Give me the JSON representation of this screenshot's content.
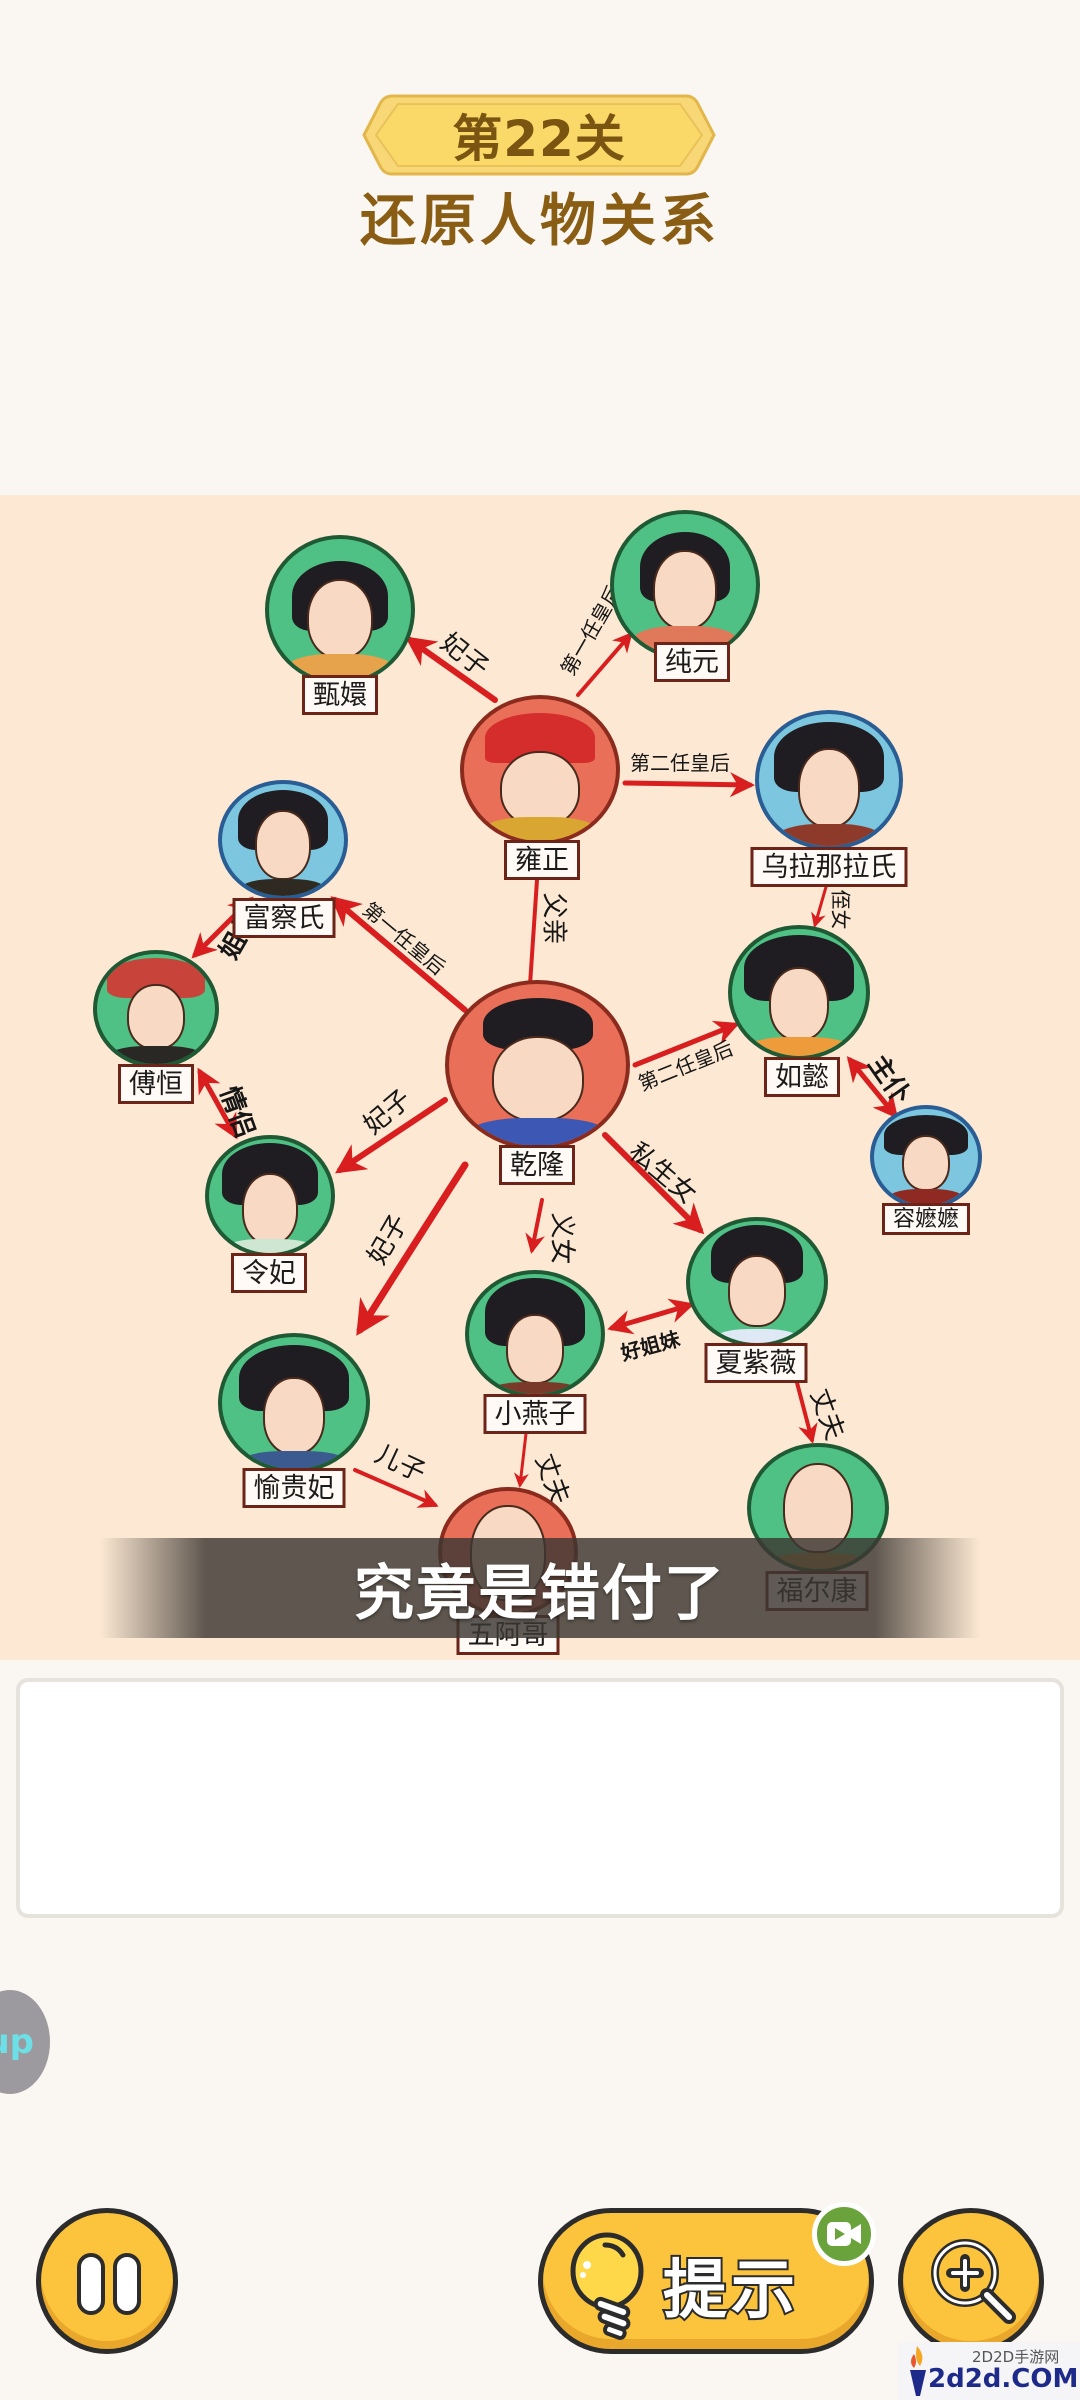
{
  "header": {
    "level_label": "第22关",
    "title": "还原人物关系"
  },
  "colors": {
    "panel_bg": "#fde9d3",
    "arrow": "#d81e1e",
    "node_green": "#4fc184",
    "node_blue": "#7cc7df",
    "node_red": "#e96f58",
    "button_yellow": "#fcc43c"
  },
  "diagram": {
    "nodes": [
      {
        "id": "zhenhuan",
        "name": "甄嬛",
        "bg": "green"
      },
      {
        "id": "chunyuan",
        "name": "纯元",
        "bg": "green"
      },
      {
        "id": "yongzheng",
        "name": "雍正",
        "bg": "red"
      },
      {
        "id": "wulanalashi",
        "name": "乌拉那拉氏",
        "bg": "blue"
      },
      {
        "id": "fuchashi",
        "name": "富察氏",
        "bg": "blue"
      },
      {
        "id": "fuheng",
        "name": "傅恒",
        "bg": "green"
      },
      {
        "id": "qianlong",
        "name": "乾隆",
        "bg": "red"
      },
      {
        "id": "ruyi",
        "name": "如懿",
        "bg": "green"
      },
      {
        "id": "rongmomo",
        "name": "容嬷嬷",
        "bg": "blue"
      },
      {
        "id": "lingfei",
        "name": "令妃",
        "bg": "green"
      },
      {
        "id": "xiaoyanzi",
        "name": "小燕子",
        "bg": "green"
      },
      {
        "id": "xiaziwei",
        "name": "夏紫薇",
        "bg": "green"
      },
      {
        "id": "yuguifei",
        "name": "愉贵妃",
        "bg": "green"
      },
      {
        "id": "fuerkang",
        "name": "福尔康",
        "bg": "green"
      },
      {
        "id": "wuage",
        "name": "五阿哥",
        "bg": "red"
      }
    ],
    "edges": [
      {
        "from": "yongzheng",
        "to": "zhenhuan",
        "label": "妃子"
      },
      {
        "from": "yongzheng",
        "to": "chunyuan",
        "label": "第一任皇后"
      },
      {
        "from": "yongzheng",
        "to": "wulanalashi",
        "label": "第二任皇后"
      },
      {
        "from": "qianlong",
        "to": "yongzheng",
        "label": "父亲"
      },
      {
        "from": "qianlong",
        "to": "fuchashi",
        "label": "第一任皇后"
      },
      {
        "from": "fuchashi",
        "to": "fuheng",
        "label": "姐弟",
        "bidirectional": true
      },
      {
        "from": "fuheng",
        "to": "lingfei",
        "label": "情侣",
        "bidirectional": true
      },
      {
        "from": "qianlong",
        "to": "lingfei",
        "label": "妃子"
      },
      {
        "from": "qianlong",
        "to": "yuguifei",
        "label": "妃子"
      },
      {
        "from": "qianlong",
        "to": "ruyi",
        "label": "第二任皇后"
      },
      {
        "from": "wulanalashi",
        "to": "ruyi",
        "label": "侄女"
      },
      {
        "from": "ruyi",
        "to": "rongmomo",
        "label": "主仆",
        "bidirectional": true
      },
      {
        "from": "qianlong",
        "to": "xiaziwei",
        "label": "私生女"
      },
      {
        "from": "qianlong",
        "to": "xiaoyanzi",
        "label": "义女"
      },
      {
        "from": "xiaoyanzi",
        "to": "xiaziwei",
        "label": "好姐妹",
        "bidirectional": true
      },
      {
        "from": "xiaziwei",
        "to": "fuerkang",
        "label": "丈夫"
      },
      {
        "from": "xiaoyanzi",
        "to": "wuage",
        "label": "丈夫"
      },
      {
        "from": "yuguifei",
        "to": "wuage",
        "label": "儿子"
      }
    ]
  },
  "subtitle": "究竟是错付了",
  "answer_area": {
    "text": ""
  },
  "side_tab": {
    "label": "up"
  },
  "controls": {
    "pause_icon": "pause-icon",
    "hint_label": "提示",
    "hint_icon": "lightbulb-icon",
    "hint_badge_icon": "video-icon",
    "zoom_icon": "zoom-in-icon"
  },
  "watermark": {
    "top": "2D2D手游网",
    "main": "2d2d.COM"
  }
}
